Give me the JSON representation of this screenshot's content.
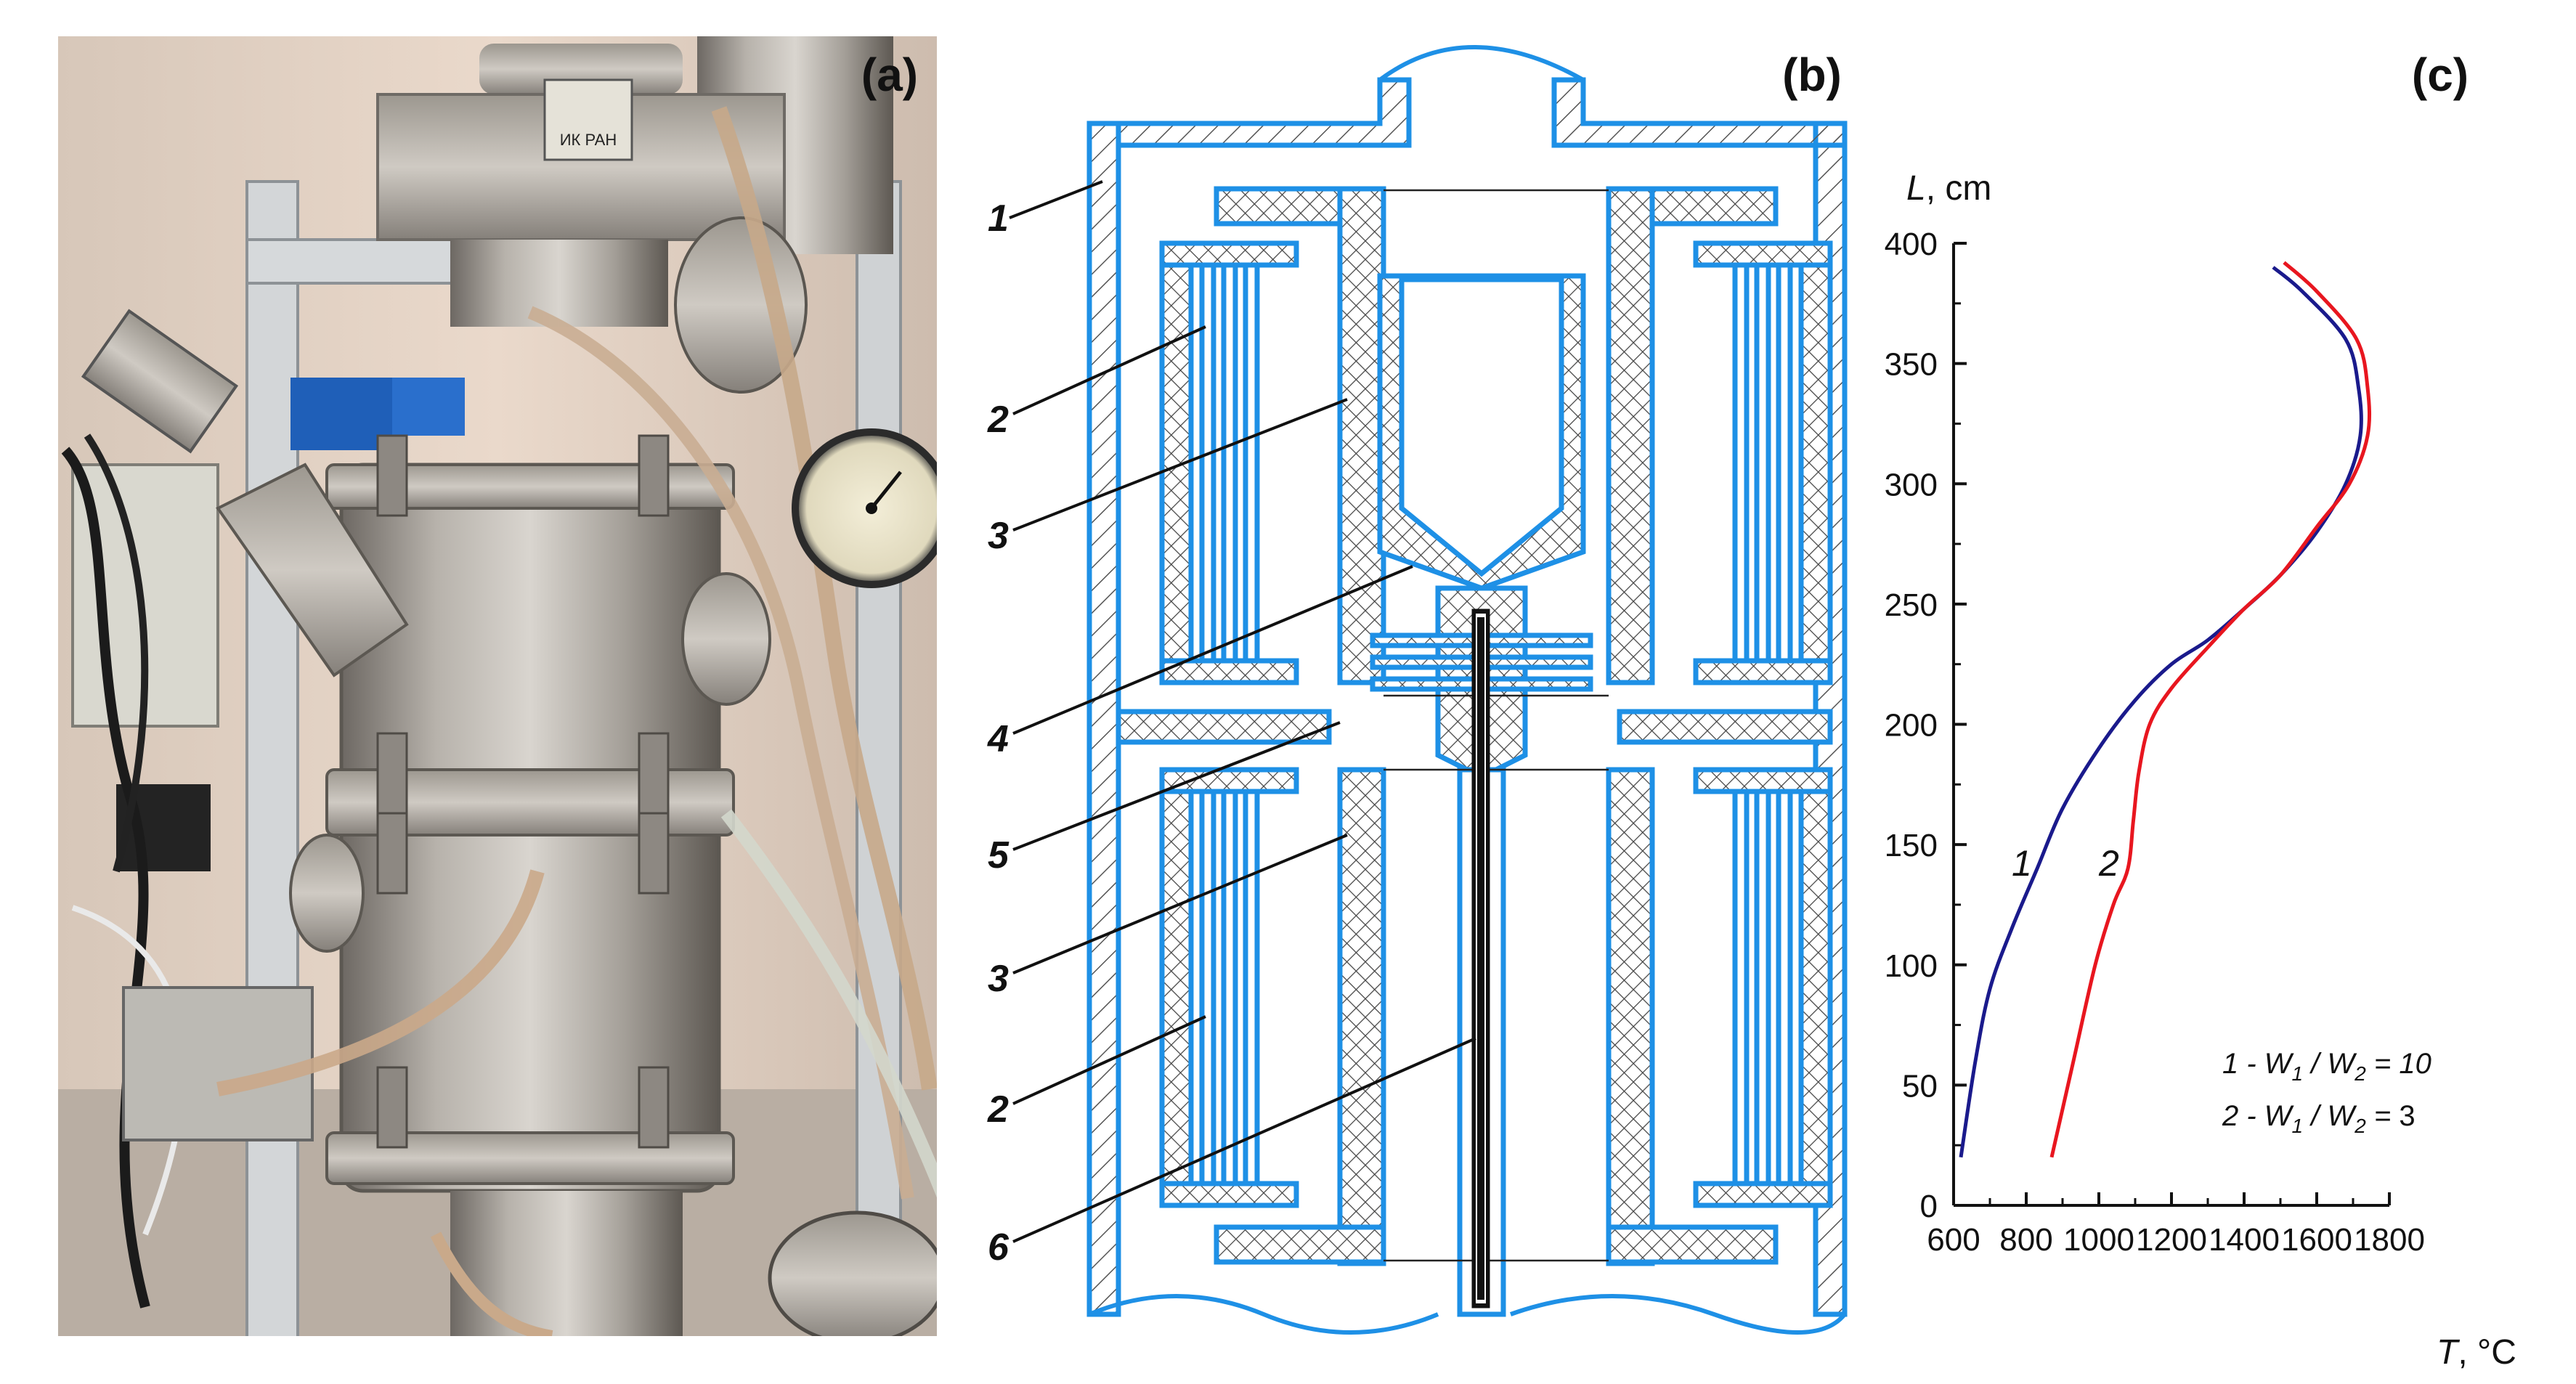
{
  "panels": {
    "a": {
      "label": "(a)",
      "plate_text": "ИК РАН"
    },
    "b": {
      "label": "(b)",
      "callouts": [
        "1",
        "2",
        "3",
        "4",
        "5",
        "3",
        "2",
        "6"
      ]
    },
    "c": {
      "label": "(c)"
    }
  },
  "colors": {
    "blue": "#1e90e6",
    "navy": "#1a1a8c",
    "red": "#e8161f",
    "black": "#111111"
  },
  "chart_data": {
    "type": "line",
    "ylabel_var": "L",
    "ylabel_unit": ", cm",
    "xlabel_var": "T",
    "xlabel_unit": ", °C",
    "xlim": [
      600,
      1800
    ],
    "ylim": [
      0,
      400
    ],
    "xticks": [
      "600",
      "800",
      "1000",
      "1200",
      "1400",
      "1600",
      "1800"
    ],
    "yticks": [
      "0",
      "50",
      "100",
      "150",
      "200",
      "250",
      "300",
      "350",
      "400"
    ],
    "series": [
      {
        "name": "1",
        "color": "#1a1a8c",
        "points": [
          [
            620,
            20
          ],
          [
            660,
            60
          ],
          [
            700,
            90
          ],
          [
            760,
            115
          ],
          [
            830,
            140
          ],
          [
            900,
            165
          ],
          [
            1000,
            190
          ],
          [
            1100,
            210
          ],
          [
            1200,
            225
          ],
          [
            1300,
            235
          ],
          [
            1400,
            248
          ],
          [
            1500,
            262
          ],
          [
            1600,
            280
          ],
          [
            1680,
            300
          ],
          [
            1720,
            320
          ],
          [
            1715,
            340
          ],
          [
            1680,
            360
          ],
          [
            1560,
            380
          ],
          [
            1480,
            390
          ]
        ]
      },
      {
        "name": "2",
        "color": "#e8161f",
        "points": [
          [
            870,
            20
          ],
          [
            930,
            60
          ],
          [
            990,
            100
          ],
          [
            1040,
            125
          ],
          [
            1080,
            140
          ],
          [
            1095,
            160
          ],
          [
            1110,
            180
          ],
          [
            1140,
            200
          ],
          [
            1200,
            215
          ],
          [
            1300,
            232
          ],
          [
            1400,
            248
          ],
          [
            1500,
            262
          ],
          [
            1600,
            282
          ],
          [
            1690,
            300
          ],
          [
            1740,
            320
          ],
          [
            1740,
            340
          ],
          [
            1710,
            360
          ],
          [
            1600,
            380
          ],
          [
            1510,
            392
          ]
        ]
      }
    ],
    "curve_labels": [
      "1",
      "2"
    ],
    "legend": [
      {
        "prefix": "1 - W",
        "sub1": "1",
        "mid": " / W",
        "sub2": "2",
        "eq": " = ",
        "val": "10"
      },
      {
        "prefix": "2 - W",
        "sub1": "1",
        "mid": " / W",
        "sub2": "2",
        "eq": " = ",
        "val": "3"
      }
    ]
  }
}
